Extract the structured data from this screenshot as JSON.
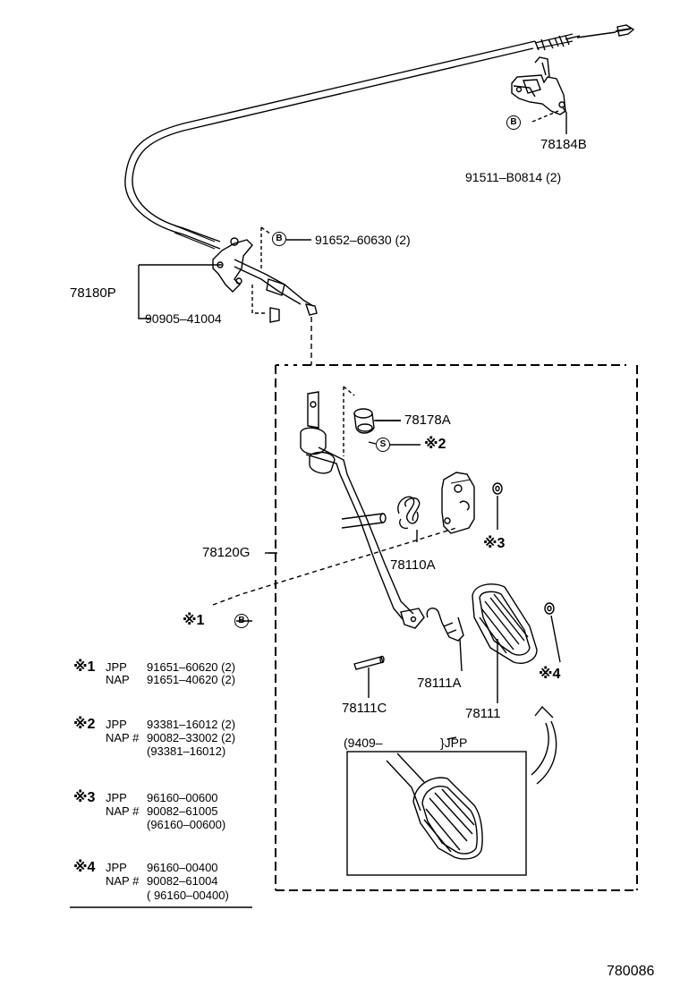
{
  "diagram_id": "780086",
  "parts": {
    "p78184B": "78184B",
    "p91511": "91511–B0814 (2)",
    "p91652": "91652–60630 (2)",
    "p78180P": "78180P",
    "p90905": "90905–41004",
    "p78178A": "78178A",
    "p78120G": "78120G",
    "p78110A": "78110A",
    "p78111A": "78111A",
    "p78111C": "78111C",
    "p78111": "78111"
  },
  "symbols": {
    "bolt": "B",
    "sleeve": "S",
    "note1": "※1",
    "note2": "※2",
    "note3": "※3",
    "note4": "※4"
  },
  "inset": {
    "range_open": "(9409–",
    "range_close": "}JPP"
  },
  "notes": [
    {
      "mark": "※1",
      "rows": [
        {
          "label": "JPP",
          "value": "91651–60620 (2)"
        },
        {
          "label": "NAP",
          "value": "91651–40620 (2)"
        }
      ]
    },
    {
      "mark": "※2",
      "rows": [
        {
          "label": "JPP",
          "value": "93381–16012 (2)"
        },
        {
          "label": "NAP #",
          "value": "90082–33002 (2)"
        },
        {
          "label": "",
          "value": "(93381–16012)"
        }
      ]
    },
    {
      "mark": "※3",
      "rows": [
        {
          "label": "JPP",
          "value": "96160–00600"
        },
        {
          "label": "NAP #",
          "value": "90082–61005"
        },
        {
          "label": "",
          "value": "(96160–00600)"
        }
      ]
    },
    {
      "mark": "※4",
      "rows": [
        {
          "label": "JPP",
          "value": "96160–00400"
        },
        {
          "label": "NAP #",
          "value": "90082–61004"
        },
        {
          "label": "",
          "value": "( 96160–00400)"
        }
      ]
    }
  ]
}
